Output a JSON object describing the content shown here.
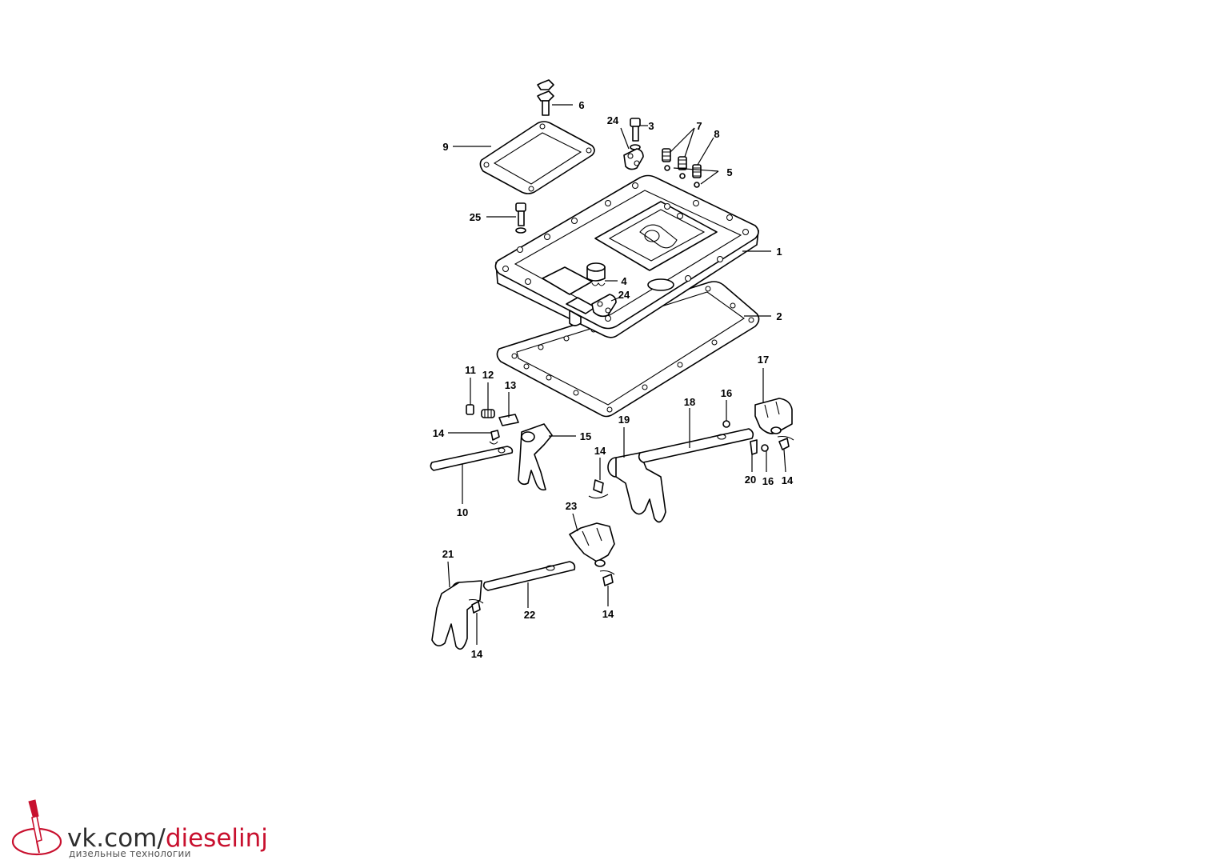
{
  "callouts": [
    {
      "id": "1",
      "text": "1"
    },
    {
      "id": "2",
      "text": "2"
    },
    {
      "id": "3",
      "text": "3"
    },
    {
      "id": "4",
      "text": "4"
    },
    {
      "id": "5",
      "text": "5"
    },
    {
      "id": "6",
      "text": "6"
    },
    {
      "id": "7",
      "text": "7"
    },
    {
      "id": "8",
      "text": "8"
    },
    {
      "id": "9",
      "text": "9"
    },
    {
      "id": "10",
      "text": "10"
    },
    {
      "id": "11",
      "text": "11"
    },
    {
      "id": "12",
      "text": "12"
    },
    {
      "id": "13",
      "text": "13"
    },
    {
      "id": "14a",
      "text": "14"
    },
    {
      "id": "14b",
      "text": "14"
    },
    {
      "id": "14c",
      "text": "14"
    },
    {
      "id": "14d",
      "text": "14"
    },
    {
      "id": "14e",
      "text": "14"
    },
    {
      "id": "15",
      "text": "15"
    },
    {
      "id": "16a",
      "text": "16"
    },
    {
      "id": "16b",
      "text": "16"
    },
    {
      "id": "17",
      "text": "17"
    },
    {
      "id": "18",
      "text": "18"
    },
    {
      "id": "19",
      "text": "19"
    },
    {
      "id": "20",
      "text": "20"
    },
    {
      "id": "21",
      "text": "21"
    },
    {
      "id": "22",
      "text": "22"
    },
    {
      "id": "23",
      "text": "23"
    },
    {
      "id": "24a",
      "text": "24"
    },
    {
      "id": "24b",
      "text": "24"
    },
    {
      "id": "25",
      "text": "25"
    }
  ],
  "watermark": {
    "url_prefix": "vk.com/",
    "url_handle": "dieselinj",
    "subtitle": "дизельные технологии",
    "accent_color": "#c8102e"
  }
}
